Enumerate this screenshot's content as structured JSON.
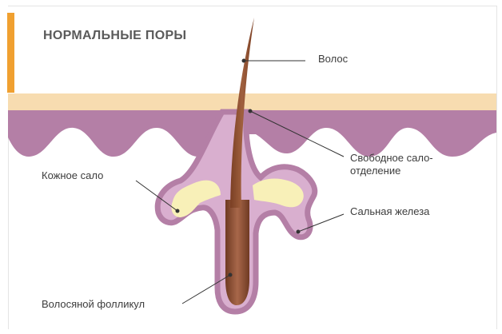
{
  "title": "НОРМАЛЬНЫЕ ПОРЫ",
  "labels": {
    "hair": "Волос",
    "free_sebum_line1": "Свободное сало-",
    "free_sebum_line2": "отделение",
    "sebum": "Кожное сало",
    "sebaceous_gland": "Сальная железа",
    "hair_follicle": "Волосяной фолликул"
  },
  "colors": {
    "accent": "#f0a030",
    "skin_surface": "#f7dcb0",
    "dermis": "#b47fa6",
    "gland_fill": "#d9afcf",
    "sebum": "#f8f0b8",
    "hair": "#8a4a2e",
    "follicle_inner": "#7a3d22",
    "leader_line": "#333333"
  }
}
